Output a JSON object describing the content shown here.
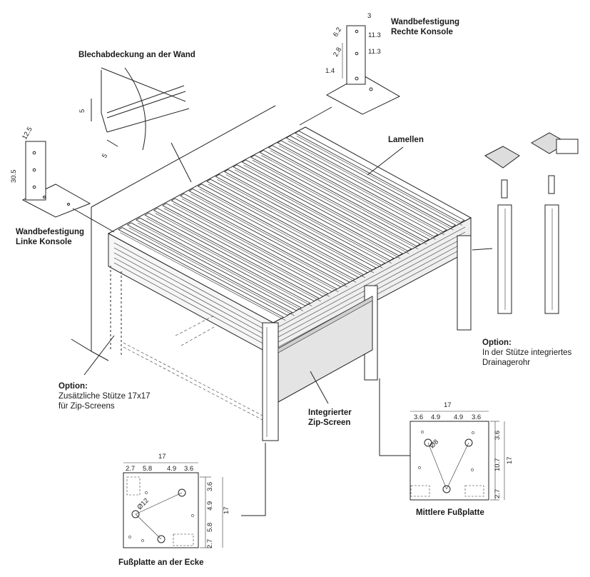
{
  "labels": {
    "blech": "Blechabdeckung an der Wand",
    "rechts_1": "Wandbefestigung",
    "rechts_2": "Rechte Konsole",
    "links_1": "Wandbefestigung",
    "links_2": "Linke Konsole",
    "lamellen": "Lamellen",
    "drain_title": "Option:",
    "drain_1": "In der Stütze integriertes",
    "drain_2": "Drainagerohr",
    "opt_title": "Option:",
    "opt_1": "Zusätzliche Stütze 17x17",
    "opt_2": "für Zip-Screens",
    "zip_1": "Integrierter",
    "zip_2": "Zip-Screen",
    "mittlere": "Mittlere Fußplatte",
    "ecke": "Fußplatte an der Ecke"
  },
  "dims": {
    "blech_h": "5",
    "blech_w": "5",
    "r_top": "3",
    "r_62": "6.2",
    "r_113a": "11.3",
    "r_28": "2.8",
    "r_113b": "11.3",
    "r_14": "1.4",
    "l_125": "12.5",
    "l_305": "30.5",
    "m_17": "17",
    "m_36a": "3.6",
    "m_49a": "4.9",
    "m_49b": "4.9",
    "m_36b": "3.6",
    "m_v36": "3.6",
    "m_v107": "10.7",
    "m_v27": "2.7",
    "m_v17": "17",
    "m_hole": "Ø8",
    "e_17": "17",
    "e_27": "2.7",
    "e_58": "5.8",
    "e_49": "4.9",
    "e_36": "3.6",
    "e_v36": "3.6",
    "e_v49": "4.9",
    "e_v58": "5.8",
    "e_v27": "2.7",
    "e_v17": "17",
    "e_hole": "Ø12"
  }
}
